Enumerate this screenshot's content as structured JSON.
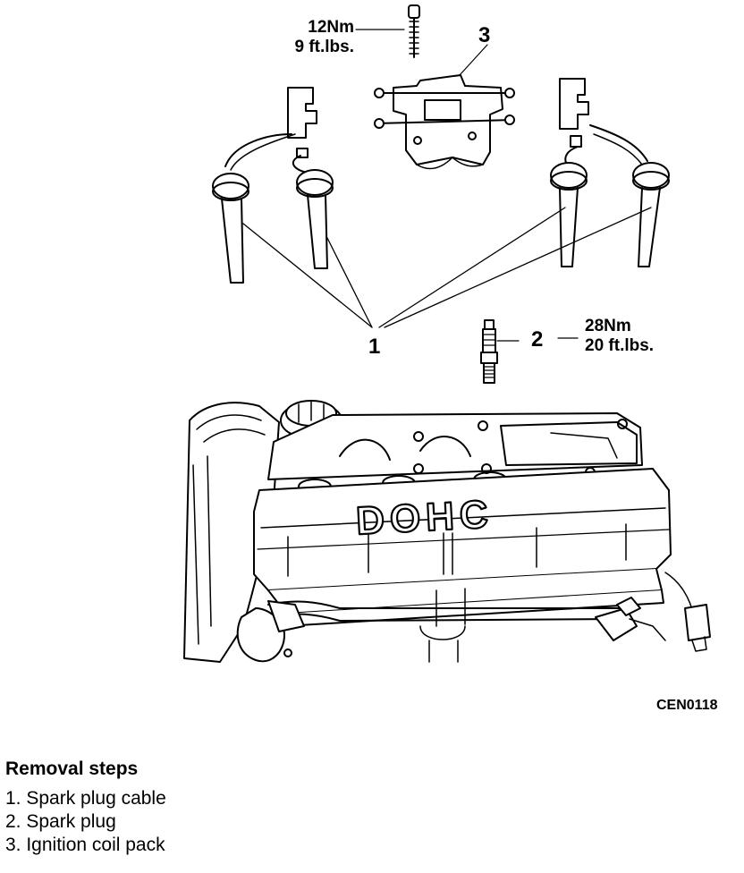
{
  "diagram": {
    "callouts": {
      "item1": "1",
      "item2": "2",
      "item3": "3"
    },
    "torque_bolt": {
      "metric": "12Nm",
      "imperial": "9 ft.lbs."
    },
    "torque_plug": {
      "metric": "28Nm",
      "imperial": "20 ft.lbs."
    },
    "cover_lettering": "DOHC",
    "figure_code": "CEN0118"
  },
  "removal": {
    "title": "Removal steps",
    "steps": [
      "1. Spark plug cable",
      "2. Spark plug",
      "3. Ignition coil pack"
    ]
  }
}
